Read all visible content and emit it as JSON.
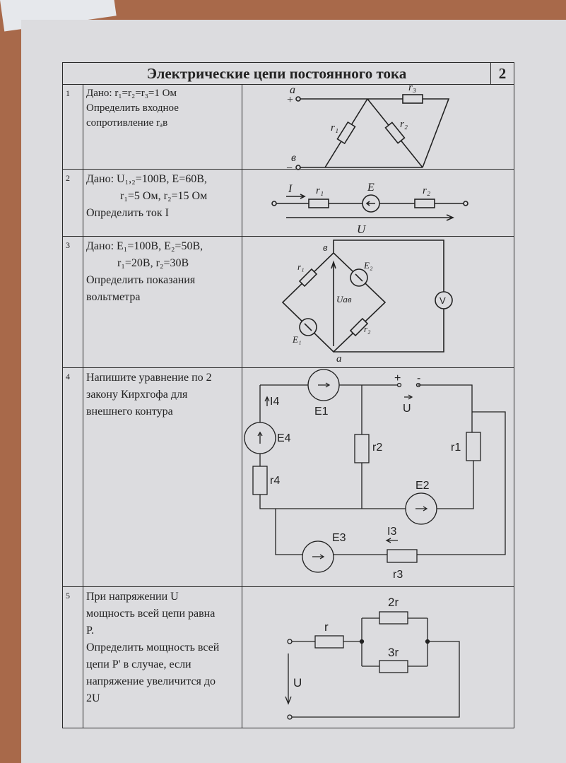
{
  "header": {
    "title": "Электрические цепи постоянного тока",
    "page_number": "2"
  },
  "rows": [
    {
      "num": "1",
      "lines": [
        "Дано: r₁=r₂=r₃=1 Ом",
        "Определить входное",
        "сопротивление rₐв"
      ]
    },
    {
      "num": "2",
      "lines": [
        "Дано: U₁,₂=100В, E=60В,",
        "r₁=5 Ом, r₂=15 Ом",
        "Определить ток I"
      ]
    },
    {
      "num": "3",
      "lines": [
        "Дано: E₁=100В, E₂=50В,",
        "r₁=20В, r₂=30В",
        "Определить показания",
        "вольтметра"
      ]
    },
    {
      "num": "4",
      "lines": [
        "Напишите уравнение по 2",
        "закону Кирхгофа для",
        "внешнего контура"
      ]
    },
    {
      "num": "5",
      "lines": [
        "При напряжении U",
        "мощность всей цепи равна",
        "P.",
        "Определить мощность всей",
        "цепи P' в случае, если",
        "напряжение увеличится до",
        "2U"
      ]
    }
  ],
  "diagrams": {
    "d1": {
      "a": "a",
      "b": "в",
      "plus": "+",
      "minus": "−",
      "r1": "r₁",
      "r2": "r₂",
      "r3": "r₃"
    },
    "d2": {
      "I": "I",
      "r1": "r₁",
      "E": "E",
      "r2": "r₂",
      "U": "U"
    },
    "d3": {
      "b": "в",
      "a": "a",
      "r1": "r₁",
      "r2": "r₂",
      "E1": "E₁",
      "E2": "E₂",
      "Uab": "Uав",
      "V": "V"
    },
    "d4": {
      "I4": "I4",
      "E1": "E1",
      "plus": "+",
      "minus": "-",
      "U": "U",
      "E4": "E4",
      "r2": "r2",
      "r1": "r1",
      "r4": "r4",
      "E2": "E2",
      "I3": "I3",
      "E3": "E3",
      "r3": "r3"
    },
    "d5": {
      "r": "r",
      "r2": "2r",
      "r3": "3r",
      "U": "U"
    }
  }
}
